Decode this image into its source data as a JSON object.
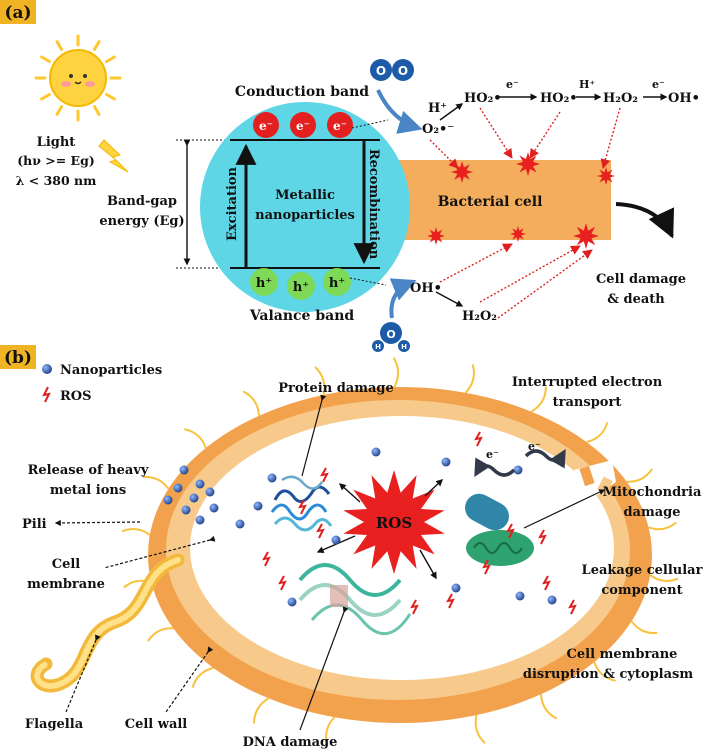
{
  "panel_a": {
    "tag": "(a)",
    "light_title": "Light",
    "light_line1": "(hν >= Eg)",
    "light_line2": "λ < 380 nm",
    "bandgap_line1": "Band-gap",
    "bandgap_line2": "energy (Eg)",
    "conduction_band": "Conduction band",
    "valance_band": "Valance band",
    "excitation": "Excitation",
    "recombination": "Recombination",
    "particle_line1": "Metallic",
    "particle_line2": "nanoparticles",
    "electron": "e⁻",
    "hole": "h⁺",
    "bacterial_cell": "Bacterial cell",
    "cell_damage_line1": "Cell damage",
    "cell_damage_line2": "& death",
    "h_plus": "H⁺",
    "o2_radical": "O₂•⁻",
    "ho2_1": "HO₂•",
    "ho2_2": "HO₂•",
    "h2o2_top": "H₂O₂",
    "oh_top": "OH•",
    "e_minus_1": "e⁻",
    "h_plus_2": "H⁺",
    "e_minus_2": "e⁻",
    "oh_bottom": "OH•",
    "h2o2_bottom": "H₂O₂",
    "o2_atom": "O",
    "water_o": "O",
    "water_h": "H"
  },
  "panel_b": {
    "tag": "(b)",
    "legend_nanoparticles": "Nanoparticles",
    "legend_ros": "ROS",
    "protein_damage": "Protein damage",
    "interrupted_line1": "Interrupted electron",
    "interrupted_line2": "transport",
    "release_line1": "Release of heavy",
    "release_line2": "metal ions",
    "pili": "Pili",
    "cell_membrane_line1": "Cell",
    "cell_membrane_line2": "membrane",
    "ros_center": "ROS",
    "mito_line1": "Mitochondria",
    "mito_line2": "damage",
    "leak_line1": "Leakage cellular",
    "leak_line2": "component",
    "disrupt_line1": "Cell membrane",
    "disrupt_line2": "disruption & cytoplasm",
    "flagella": "Flagella",
    "cell_wall": "Cell wall",
    "dna_damage": "DNA damage",
    "electron": "e⁻"
  },
  "colors": {
    "tag_bg": "#f0b323",
    "particle": "#5ed6e6",
    "bacterial": "#f4ad5c",
    "electron": "#e41f1f",
    "hole": "#7ed957",
    "ros_burst": "#e82020",
    "nanoparticle": "#1e4f9a",
    "arrow_blue": "#4a86c5",
    "sun": "#ffd23f"
  }
}
